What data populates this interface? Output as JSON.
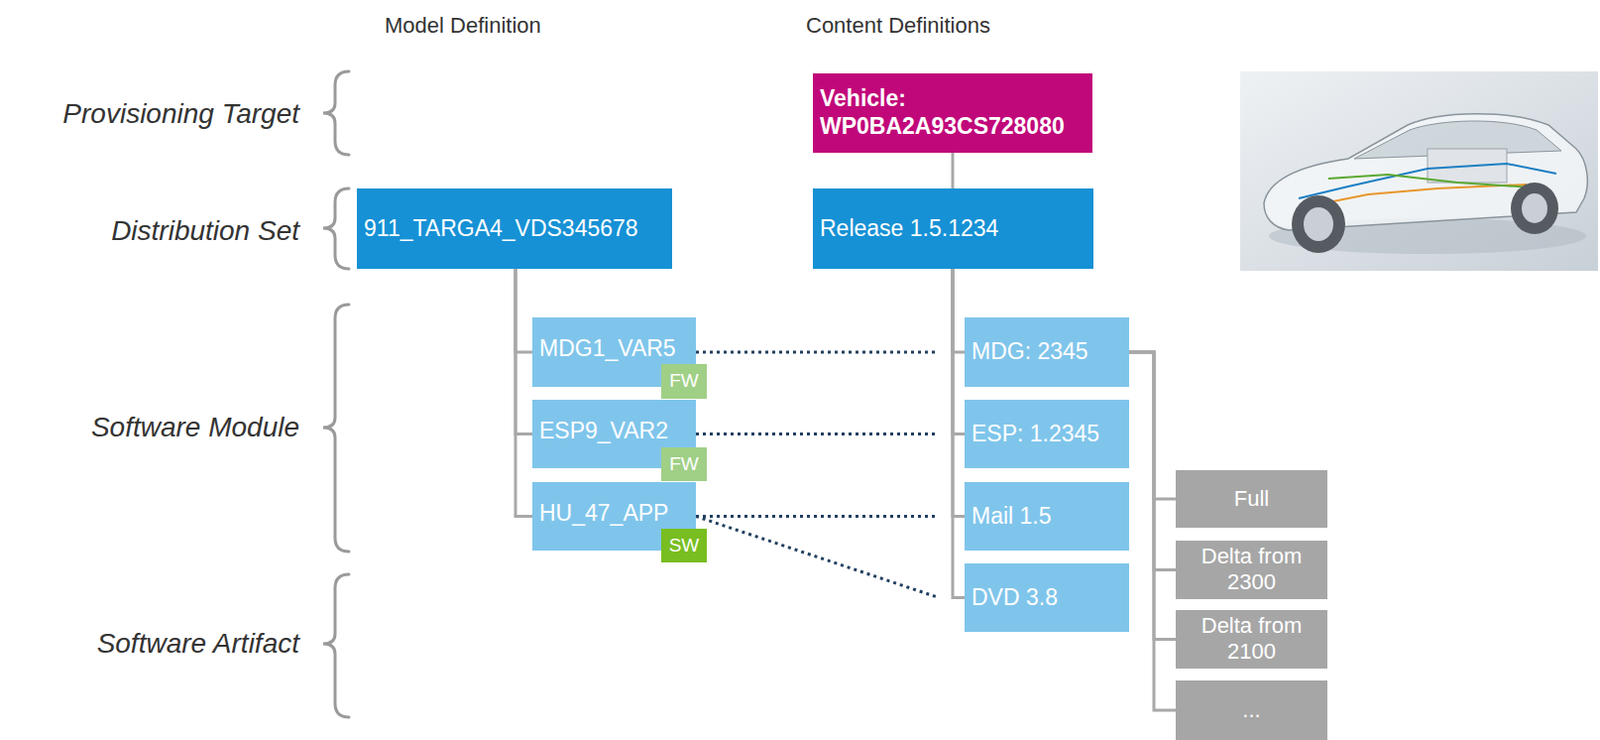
{
  "diagram": {
    "nodes": [
      {
        "text": [
          "Vehicle: WP0BA2A93CS728080"
        ]
      },
      {
        "text": [
          "911_TARGA4_VDS345678"
        ]
      },
      {
        "text": [
          "Release 1.5.1234"
        ]
      },
      {
        "text": [
          "MDG1_VAR5"
        ]
      },
      {
        "text": [
          "FW"
        ],
        "in": 3
      },
      {
        "text": [
          "ESP9_VAR2"
        ]
      },
      {
        "text": [
          "FW"
        ],
        "in": 5
      },
      {
        "text": [
          "HU_47_APP"
        ]
      },
      {
        "text": [
          "SW"
        ],
        "in": 7
      },
      {
        "text": [
          "MDG: 2345"
        ]
      },
      {
        "text": [
          "ESP: 1.2345"
        ]
      },
      {
        "text": [
          "Mail 1.5"
        ]
      },
      {
        "text": [
          "DVD 3.8"
        ]
      },
      {
        "text": [
          "Full"
        ]
      },
      {
        "text": [
          "Delta from 2300"
        ]
      },
      {
        "text": [
          "Delta from 2100"
        ]
      },
      {
        "text": [
          "..."
        ]
      }
    ],
    "edges": [
      {
        "from": 0,
        "to": 2,
        "arrow": "none"
      },
      {
        "from": 1,
        "to": 3,
        "arrow": "none"
      },
      {
        "from": 1,
        "to": 5,
        "arrow": "none"
      },
      {
        "from": 1,
        "to": 7,
        "arrow": "none"
      },
      {
        "from": 2,
        "to": 9,
        "arrow": "none"
      },
      {
        "from": 2,
        "to": 10,
        "arrow": "none"
      },
      {
        "from": 2,
        "to": 11,
        "arrow": "none"
      },
      {
        "from": 2,
        "to": 12,
        "arrow": "none"
      },
      {
        "from": 3,
        "to": 9,
        "arrow": "none"
      },
      {
        "from": 5,
        "to": 10,
        "arrow": "none"
      },
      {
        "from": 7,
        "to": 11,
        "arrow": "none"
      },
      {
        "from": 7,
        "to": 12,
        "arrow": "none"
      },
      {
        "from": 9,
        "to": 13,
        "arrow": "none"
      },
      {
        "from": 9,
        "to": 14,
        "arrow": "none"
      },
      {
        "from": 9,
        "to": 15,
        "arrow": "none"
      },
      {
        "from": 9,
        "to": 16,
        "arrow": "none"
      }
    ],
    "labels": [
      "Model Definition",
      "Content Definitions",
      "Provisioning Target",
      "Distribution Set",
      "Software Module",
      "Software Artifact"
    ]
  }
}
